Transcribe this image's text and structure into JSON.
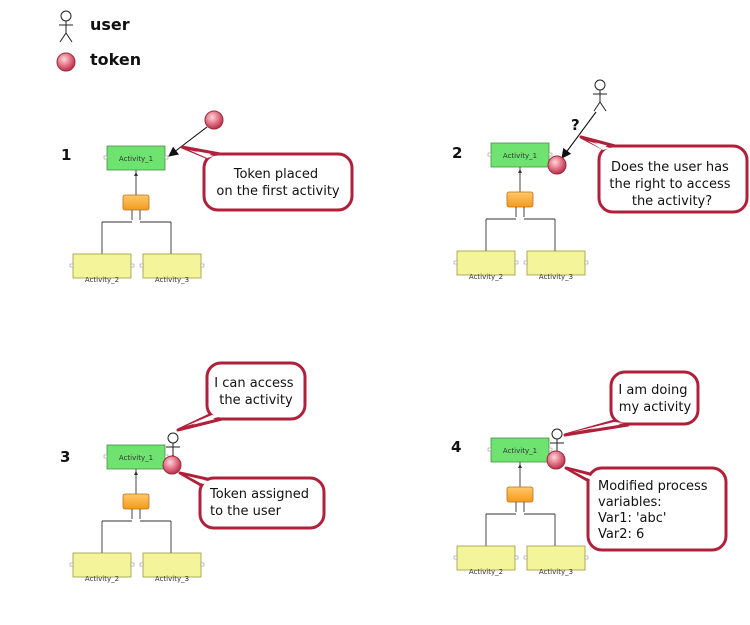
{
  "legend": {
    "user_label": "user",
    "token_label": "token"
  },
  "colors": {
    "bubble_border": "#b0203a",
    "token_fill": "#d9536a",
    "activity1_fill": "#6fe36f",
    "activity_fill": "#f4f49a",
    "gateway_fill": "#f7a534"
  },
  "activities": {
    "a1": "Activity_1",
    "a2": "Activity_2",
    "a3": "Activity_3"
  },
  "panels": [
    {
      "number": "1",
      "bubble_lines": [
        "Token placed",
        "on the first activity"
      ]
    },
    {
      "number": "2",
      "question_mark": "?",
      "bubble_lines": [
        "Does the user has",
        "the right to access",
        "the activity?"
      ]
    },
    {
      "number": "3",
      "bubble1_lines": [
        "I can access",
        "the activity"
      ],
      "bubble2_lines": [
        "Token assigned",
        "to the user"
      ]
    },
    {
      "number": "4",
      "bubble1_lines": [
        "I am doing",
        "my activity"
      ],
      "bubble2_lines": [
        "Modified process",
        "variables:",
        "Var1: 'abc'",
        "Var2: 6"
      ]
    }
  ]
}
